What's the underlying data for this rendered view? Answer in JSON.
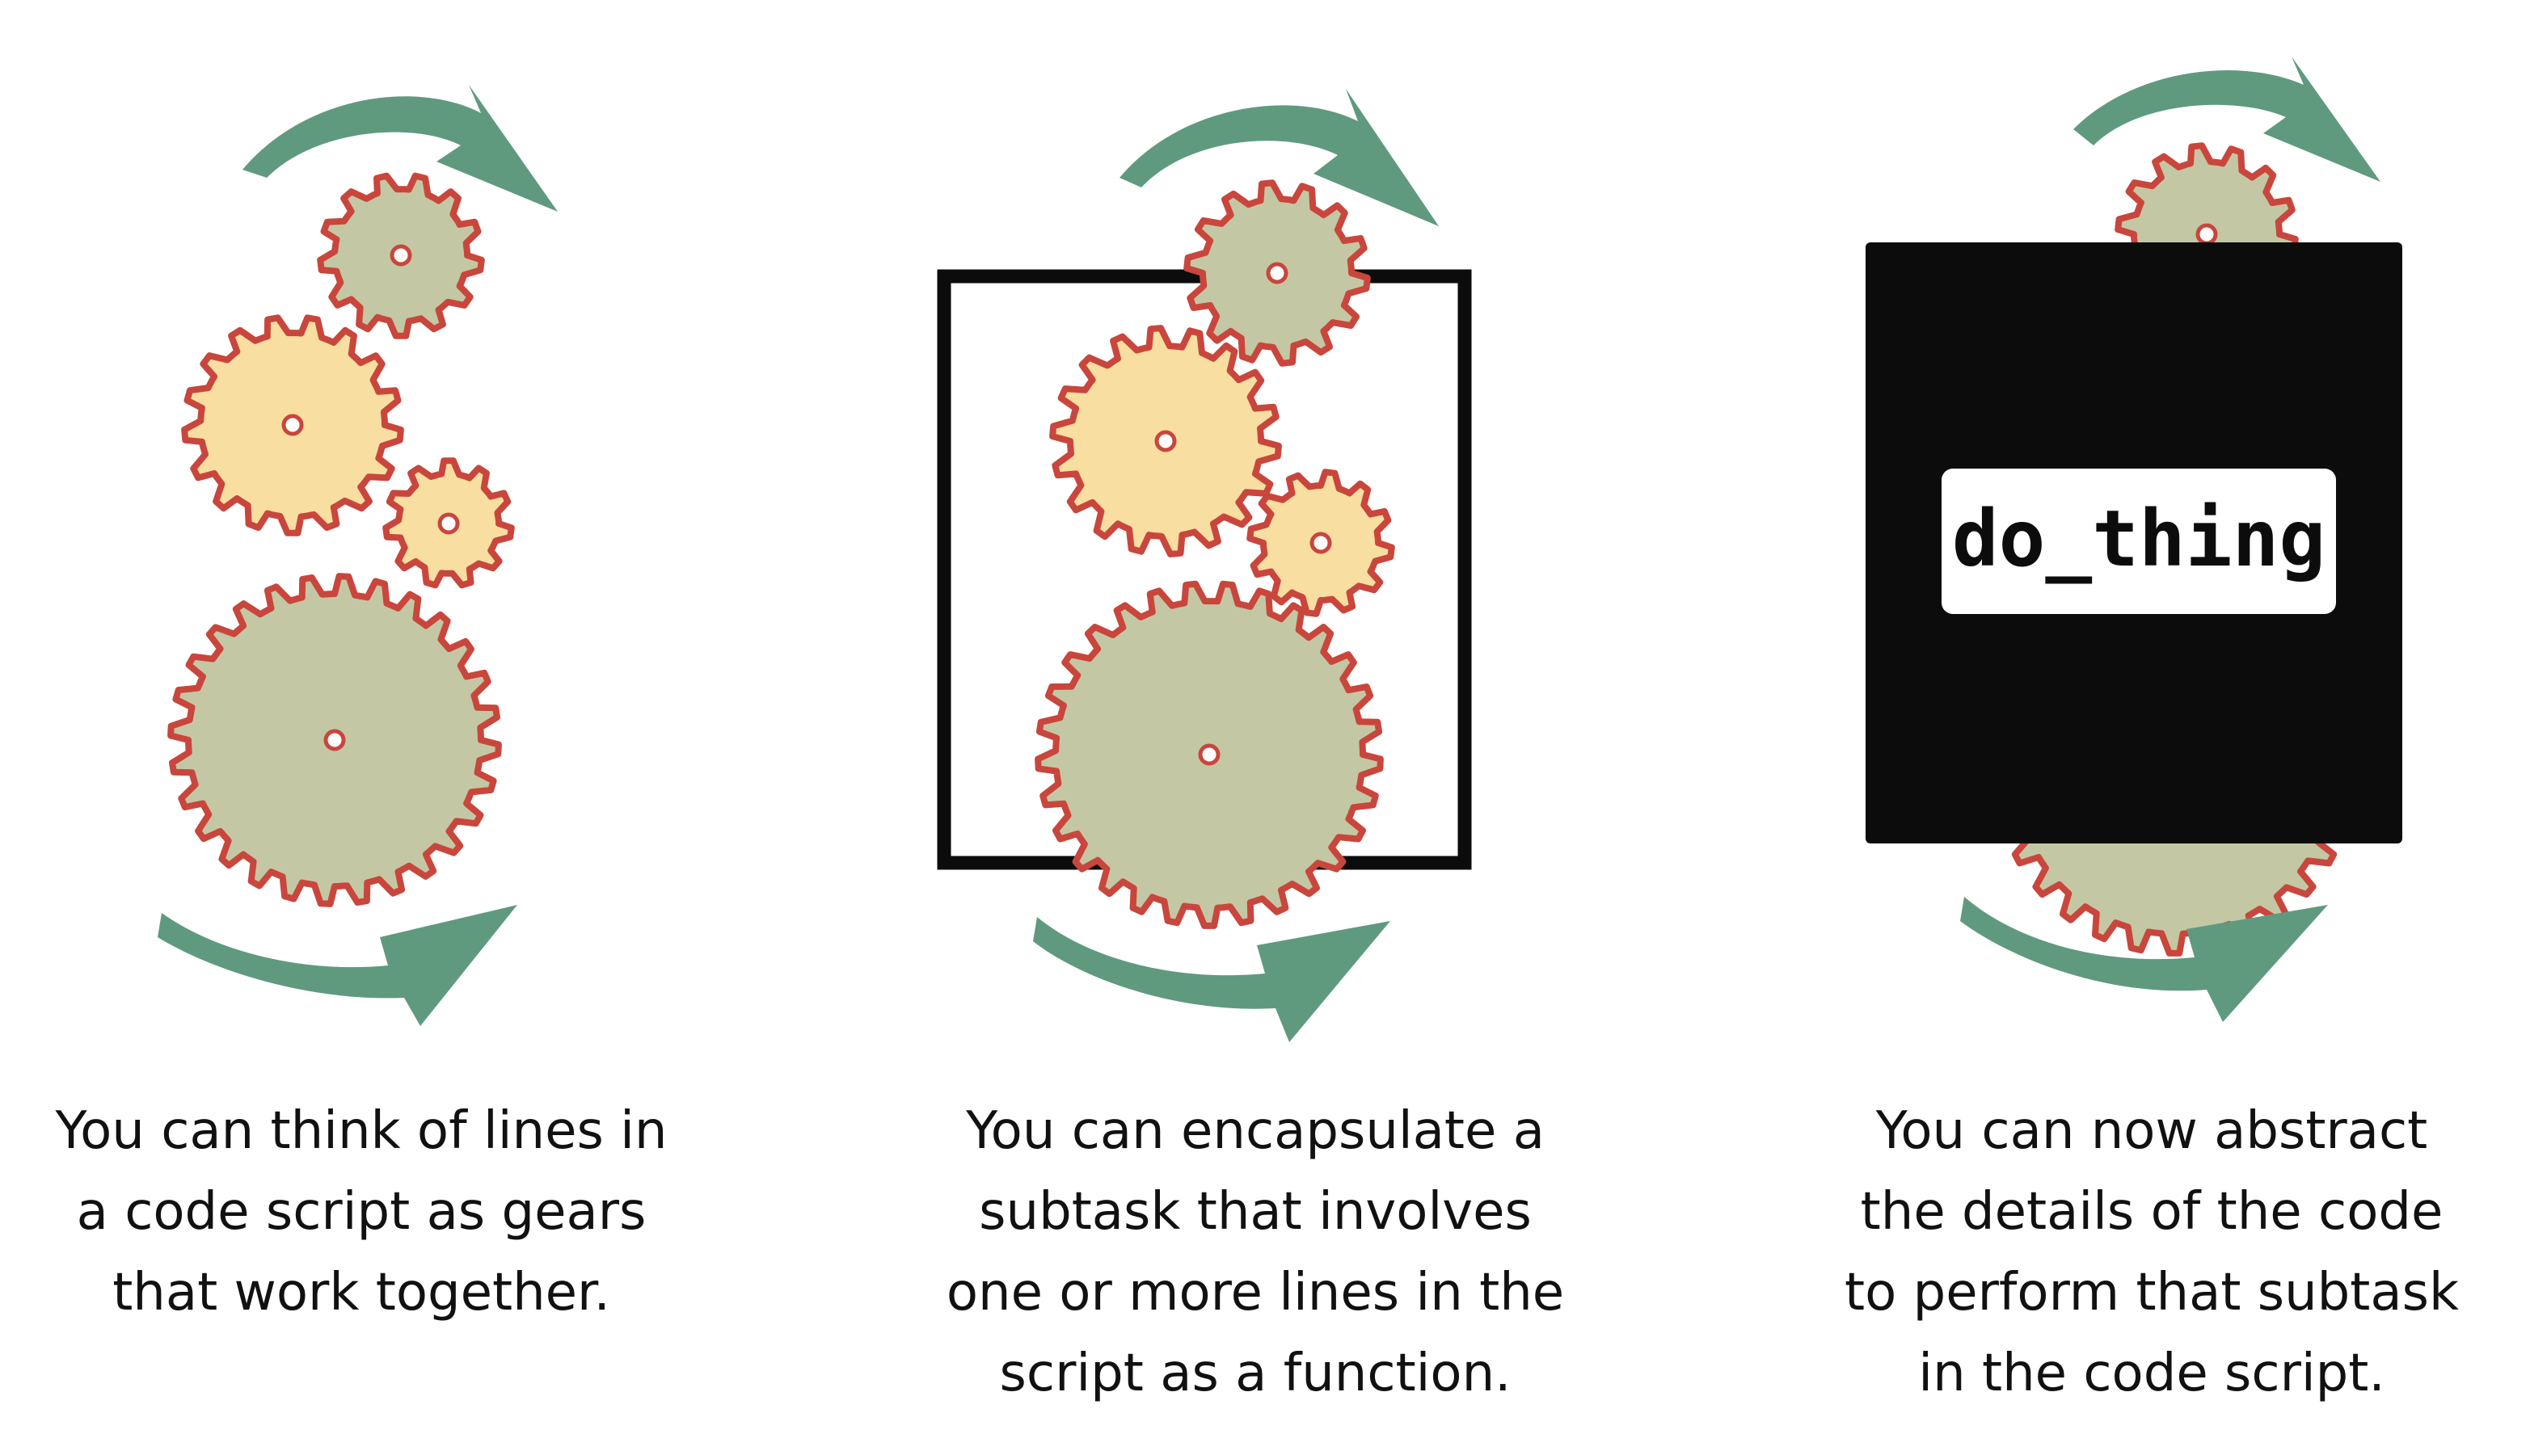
{
  "panels": [
    {
      "caption_lines": [
        "You can think of lines in",
        "a code script as gears",
        "that work together."
      ]
    },
    {
      "caption_lines": [
        "You can encapsulate a",
        "subtask that involves",
        "one or more lines in the",
        "script as a function."
      ]
    },
    {
      "caption_lines": [
        "You can now abstract",
        "the details of the code",
        "to perform that subtask",
        "in the code script."
      ],
      "function_label": "do_thing"
    }
  ],
  "colors": {
    "gear_green": "#c4c7a3",
    "gear_yellow": "#f8dea1",
    "gear_outline": "#c9463d",
    "arrow": "#5f9a7f",
    "box": "#0c0c0c",
    "label_bg": "#ffffff"
  },
  "icons": [
    "gear-icon",
    "rotation-arrow-icon",
    "function-box-icon"
  ]
}
